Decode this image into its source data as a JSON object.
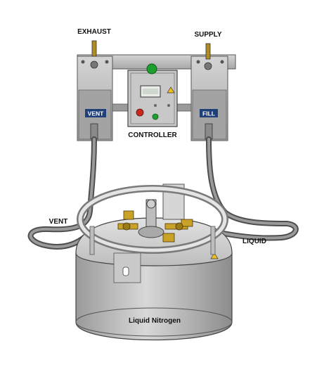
{
  "labels": {
    "exhaust": "EXHAUST",
    "supply": "SUPPLY",
    "vent_tag": "VENT",
    "fill_tag": "FILL",
    "controller": "CONTROLLER",
    "vent": "VENT",
    "liquid": "LIQUID",
    "tank": "Liquid Nitrogen"
  },
  "colors": {
    "panel": "#b9b9b9",
    "panel_dark": "#8f8f8f",
    "tag_bg": "#1f3f78",
    "hose": "#6d6d6d",
    "brass": "#c9a227",
    "indicator_green": "#1e9e2e",
    "indicator_red": "#c8281e"
  },
  "icons": {
    "beacon": "green-beacon-icon",
    "warning": "warning-triangle-icon"
  }
}
